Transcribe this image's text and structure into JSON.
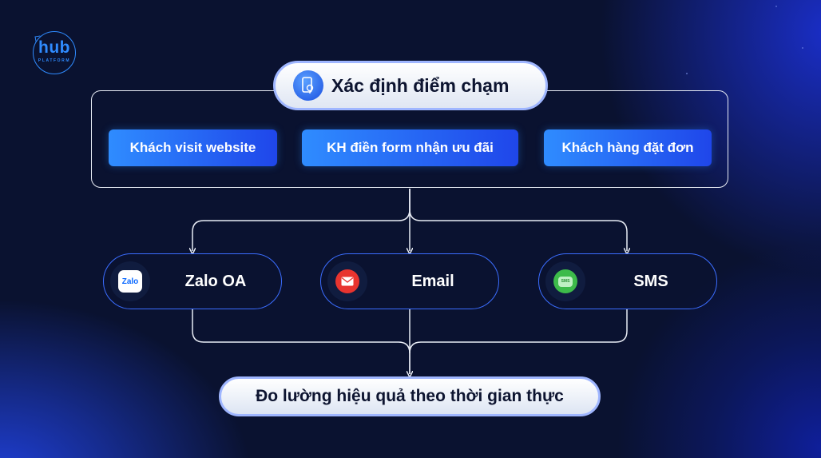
{
  "brand": {
    "logo_main": "hub",
    "logo_sub": "PLATFORM"
  },
  "diagram": {
    "title": "Xác định điểm chạm",
    "title_icon": "phone-touch-icon",
    "touchpoints": [
      {
        "label": "Khách visit website"
      },
      {
        "label": "KH điền form nhận ưu đãi"
      },
      {
        "label": "Khách hàng đặt đơn"
      }
    ],
    "channels": [
      {
        "label": "Zalo OA",
        "icon": "zalo-icon",
        "icon_text": "Zalo"
      },
      {
        "label": "Email",
        "icon": "email-icon"
      },
      {
        "label": "SMS",
        "icon": "sms-icon",
        "icon_text": "SMS"
      }
    ],
    "result": "Đo lường hiệu quả theo thời gian thực"
  },
  "colors": {
    "background": "#0a1230",
    "accent_blue": "#2f8cff",
    "deep_blue": "#1f46ea",
    "email_red": "#e8342f",
    "sms_green": "#3dbb4a",
    "line": "#e8ecf5"
  }
}
